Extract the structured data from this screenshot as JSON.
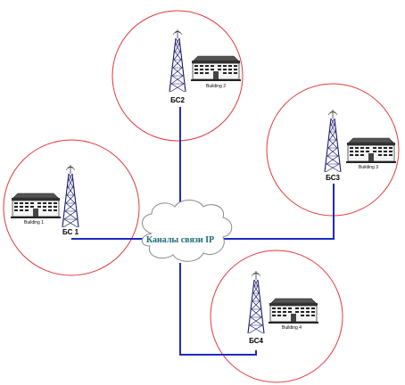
{
  "colors": {
    "coverage_ring": "#e0393e",
    "link": "#1c2bc4",
    "cloud_outline": "#8a8a8a",
    "cloud_text": "#1a6b7a"
  },
  "network": {
    "label": "Каналы связи IP"
  },
  "sites": [
    {
      "station": "БС2",
      "building": "Building 2"
    },
    {
      "station": "БС3",
      "building": "Building 3"
    },
    {
      "station": "БС 1",
      "building": "Building 1"
    },
    {
      "station": "БС4",
      "building": "Building 4"
    }
  ]
}
